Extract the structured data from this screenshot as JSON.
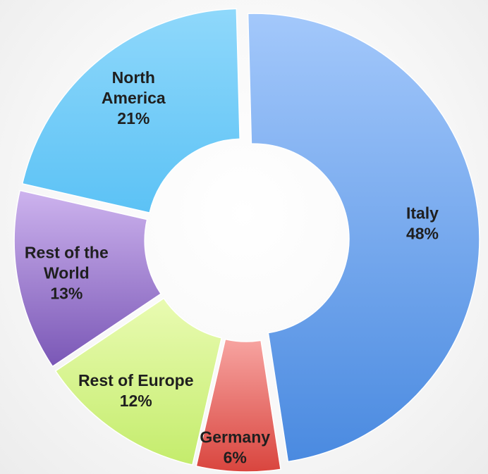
{
  "chart_data": {
    "type": "pie",
    "variant": "exploded donut",
    "slices": [
      {
        "id": "italy",
        "label_lines": [
          "Italy",
          "48%"
        ],
        "name": "Italy",
        "value": 48,
        "color_top": "#a3c8fb",
        "color_bottom": "#4a8ae0"
      },
      {
        "id": "germany",
        "label_lines": [
          "Germany",
          "6%"
        ],
        "name": "Germany",
        "value": 6,
        "color_top": "#f7a4a1",
        "color_bottom": "#d9453e"
      },
      {
        "id": "rest-of-europe",
        "label_lines": [
          "Rest of Europe",
          "12%"
        ],
        "name": "Rest of Europe",
        "value": 12,
        "color_top": "#e9fbb2",
        "color_bottom": "#c4ec6c"
      },
      {
        "id": "rest-of-the-world",
        "label_lines": [
          "Rest of the",
          "World",
          "13%"
        ],
        "name": "Rest of the World",
        "value": 13,
        "color_top": "#cdb3ee",
        "color_bottom": "#7a57b6"
      },
      {
        "id": "north-america",
        "label_lines": [
          "North",
          "America",
          "21%"
        ],
        "name": "North America",
        "value": 21,
        "color_top": "#8fd8fb",
        "color_bottom": "#5cc2f5"
      }
    ]
  }
}
